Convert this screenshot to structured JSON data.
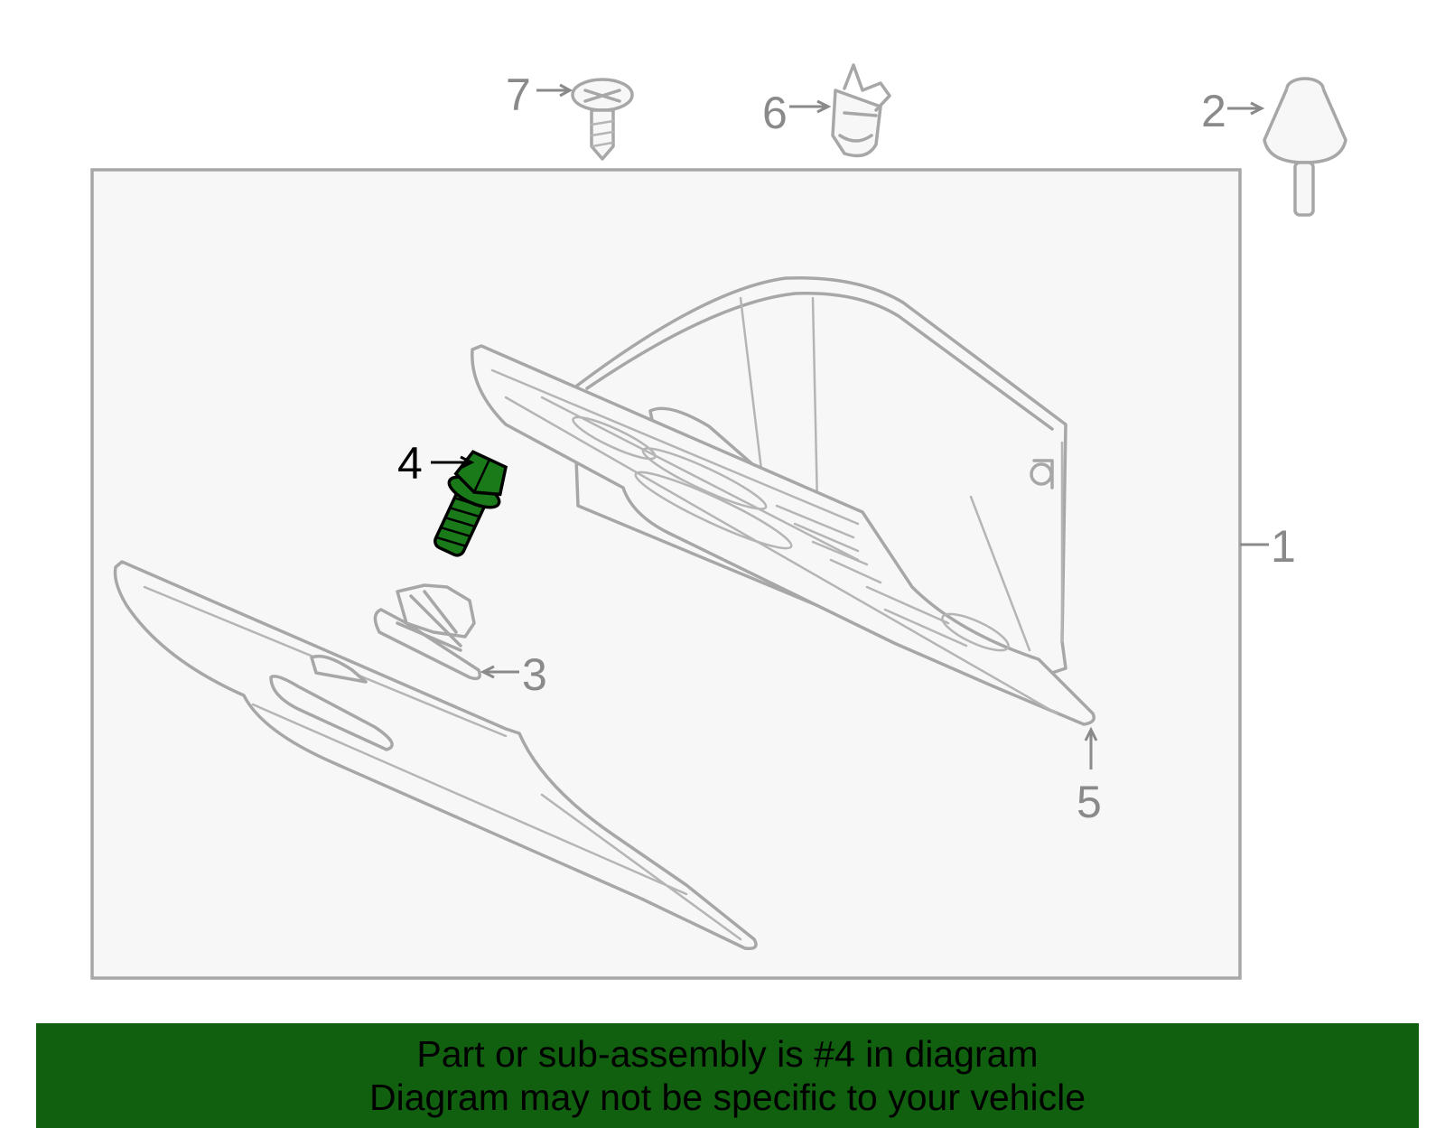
{
  "diagram": {
    "callouts": [
      {
        "id": "1",
        "label": "1",
        "highlighted": false
      },
      {
        "id": "2",
        "label": "2",
        "highlighted": false
      },
      {
        "id": "3",
        "label": "3",
        "highlighted": false
      },
      {
        "id": "4",
        "label": "4",
        "highlighted": true
      },
      {
        "id": "5",
        "label": "5",
        "highlighted": false
      },
      {
        "id": "6",
        "label": "6",
        "highlighted": false
      },
      {
        "id": "7",
        "label": "7",
        "highlighted": false
      }
    ],
    "highlight_color": "#1a7a1a",
    "line_color": "#a7a7a7"
  },
  "banner": {
    "line1": "Part or sub-assembly is #4 in diagram",
    "line2": "Diagram may not be specific to your vehicle",
    "background": "#116010"
  }
}
